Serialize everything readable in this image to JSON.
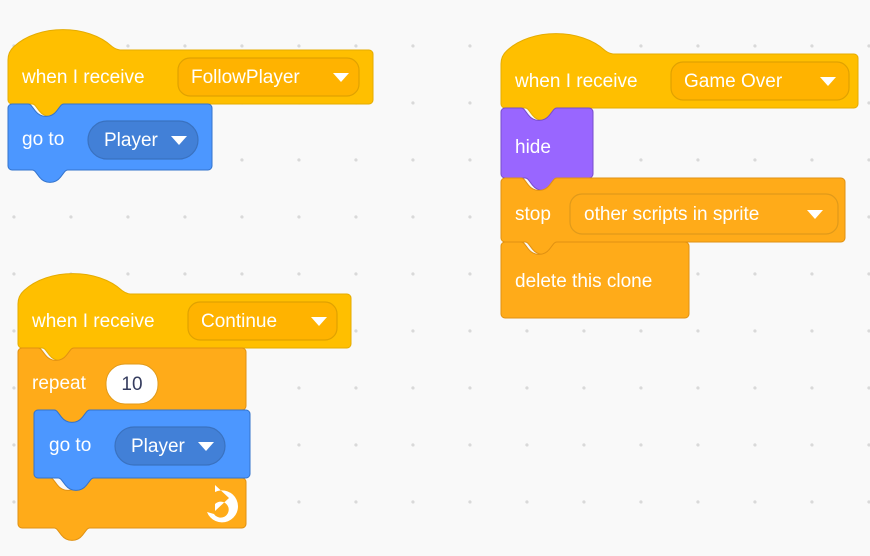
{
  "workspace": {
    "name": "scratch-block-workspace",
    "background_color": "#F9F9F9",
    "grid_dot_color": "#D9D9D9",
    "grid_spacing": 57
  },
  "palette": {
    "events_gold": "#FFBF00",
    "events_gold_dark": "#E5AC00",
    "events_field": "#FFB300",
    "events_field_stroke": "#E0A200",
    "control_orange": "#FFAB19",
    "control_orange_dark": "#E09112",
    "control_field_stroke": "#E09A1A",
    "motion_blue": "#4C97FF",
    "motion_blue_dark": "#3373CC",
    "motion_field": "#4280D7",
    "motion_field_stroke": "#3A72C0",
    "looks_purple": "#9966FF",
    "looks_purple_dark": "#774DCB",
    "text_white": "#FFFFFF",
    "number_text": "#353C5E",
    "input_white": "#FFFFFF"
  },
  "scripts": [
    {
      "id": "script-follow-player",
      "name": "script-when-i-receive-followplayer",
      "blocks": [
        {
          "id": "hat-followplayer",
          "name": "block-when-i-receive",
          "type": "hat",
          "category": "events",
          "label": "when I receive",
          "field": {
            "name": "message-dropdown-followplayer",
            "value": "FollowPlayer",
            "kind": "dropdown"
          }
        },
        {
          "id": "goto-player-1",
          "name": "block-go-to",
          "type": "stack",
          "category": "motion",
          "label": "go to",
          "field": {
            "name": "target-dropdown-player",
            "value": "Player",
            "kind": "dropdown"
          }
        }
      ]
    },
    {
      "id": "script-continue",
      "name": "script-when-i-receive-continue",
      "blocks": [
        {
          "id": "hat-continue",
          "name": "block-when-i-receive",
          "type": "hat",
          "category": "events",
          "label": "when I receive",
          "field": {
            "name": "message-dropdown-continue",
            "value": "Continue",
            "kind": "dropdown"
          }
        },
        {
          "id": "repeat-10",
          "name": "block-repeat",
          "type": "c-block",
          "category": "control",
          "label": "repeat",
          "field": {
            "name": "repeat-count-input",
            "value": "10",
            "kind": "number"
          },
          "loop_icon": "loop-arrow-icon",
          "children": [
            {
              "id": "goto-player-2",
              "name": "block-go-to",
              "type": "stack",
              "category": "motion",
              "label": "go to",
              "field": {
                "name": "target-dropdown-player",
                "value": "Player",
                "kind": "dropdown"
              }
            }
          ]
        }
      ]
    },
    {
      "id": "script-game-over",
      "name": "script-when-i-receive-game-over",
      "blocks": [
        {
          "id": "hat-gameover",
          "name": "block-when-i-receive",
          "type": "hat",
          "category": "events",
          "label": "when I receive",
          "field": {
            "name": "message-dropdown-game-over",
            "value": "Game Over",
            "kind": "dropdown"
          }
        },
        {
          "id": "hide-block",
          "name": "block-hide",
          "type": "stack",
          "category": "looks",
          "label": "hide",
          "field": null
        },
        {
          "id": "stop-block",
          "name": "block-stop",
          "type": "stack",
          "category": "control",
          "label": "stop",
          "field": {
            "name": "stop-option-dropdown",
            "value": "other scripts in sprite",
            "kind": "dropdown"
          }
        },
        {
          "id": "delete-clone-block",
          "name": "block-delete-this-clone",
          "type": "cap",
          "category": "control",
          "label": "delete this clone",
          "field": null
        }
      ]
    }
  ]
}
